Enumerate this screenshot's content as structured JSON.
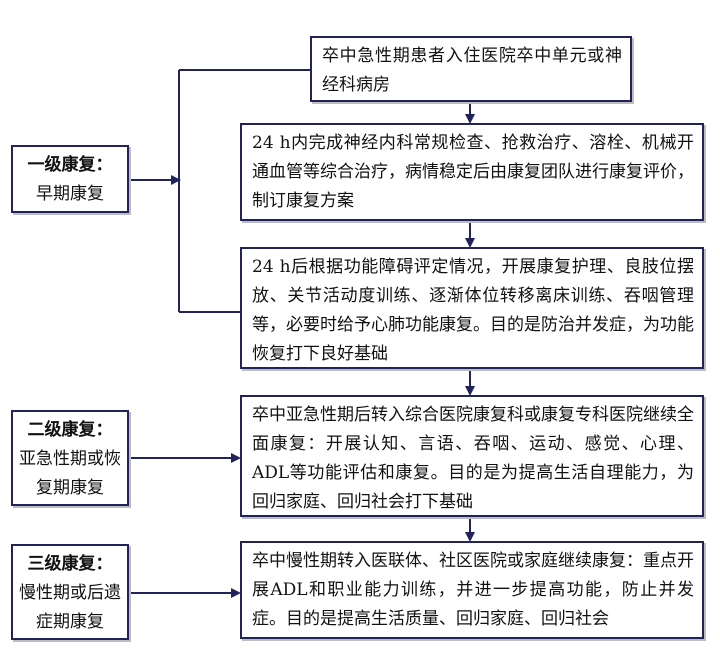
{
  "levels": [
    {
      "title": "一级康复：",
      "subtitle": "早期康复"
    },
    {
      "title": "二级康复：",
      "subtitle": "亚急性期或恢复期康复"
    },
    {
      "title": "三级康复：",
      "subtitle": "慢性期或后遗症期康复"
    }
  ],
  "steps": [
    {
      "text": "卒中急性期患者入住医院卒中单元或神经科病房"
    },
    {
      "text": "24 h内完成神经内科常规检查、抢救治疗、溶栓、机械开通血管等综合治疗，病情稳定后由康复团队进行康复评价，制订康复方案"
    },
    {
      "text": "24 h后根据功能障碍评定情况，开展康复护理、良肢位摆放、关节活动度训练、逐渐体位转移离床训练、吞咽管理等，必要时给予心肺功能康复。目的是防治并发症，为功能恢复打下良好基础"
    },
    {
      "text": "卒中亚急性期后转入综合医院康复科或康复专科医院继续全面康复：开展认知、言语、吞咽、运动、感觉、心理、ADL等功能评估和康复。目的是为提高生活自理能力，为回归家庭、回归社会打下基础"
    },
    {
      "text": "卒中慢性期转入医联体、社区医院或家庭继续康复：重点开展ADL和职业能力训练，并进一步提高功能，防止并发症。目的是提高生活质量、回归家庭、回归社会"
    }
  ],
  "colors": {
    "line": "#23235c",
    "border": "#23235c",
    "shadow": "#bdbdbd"
  }
}
